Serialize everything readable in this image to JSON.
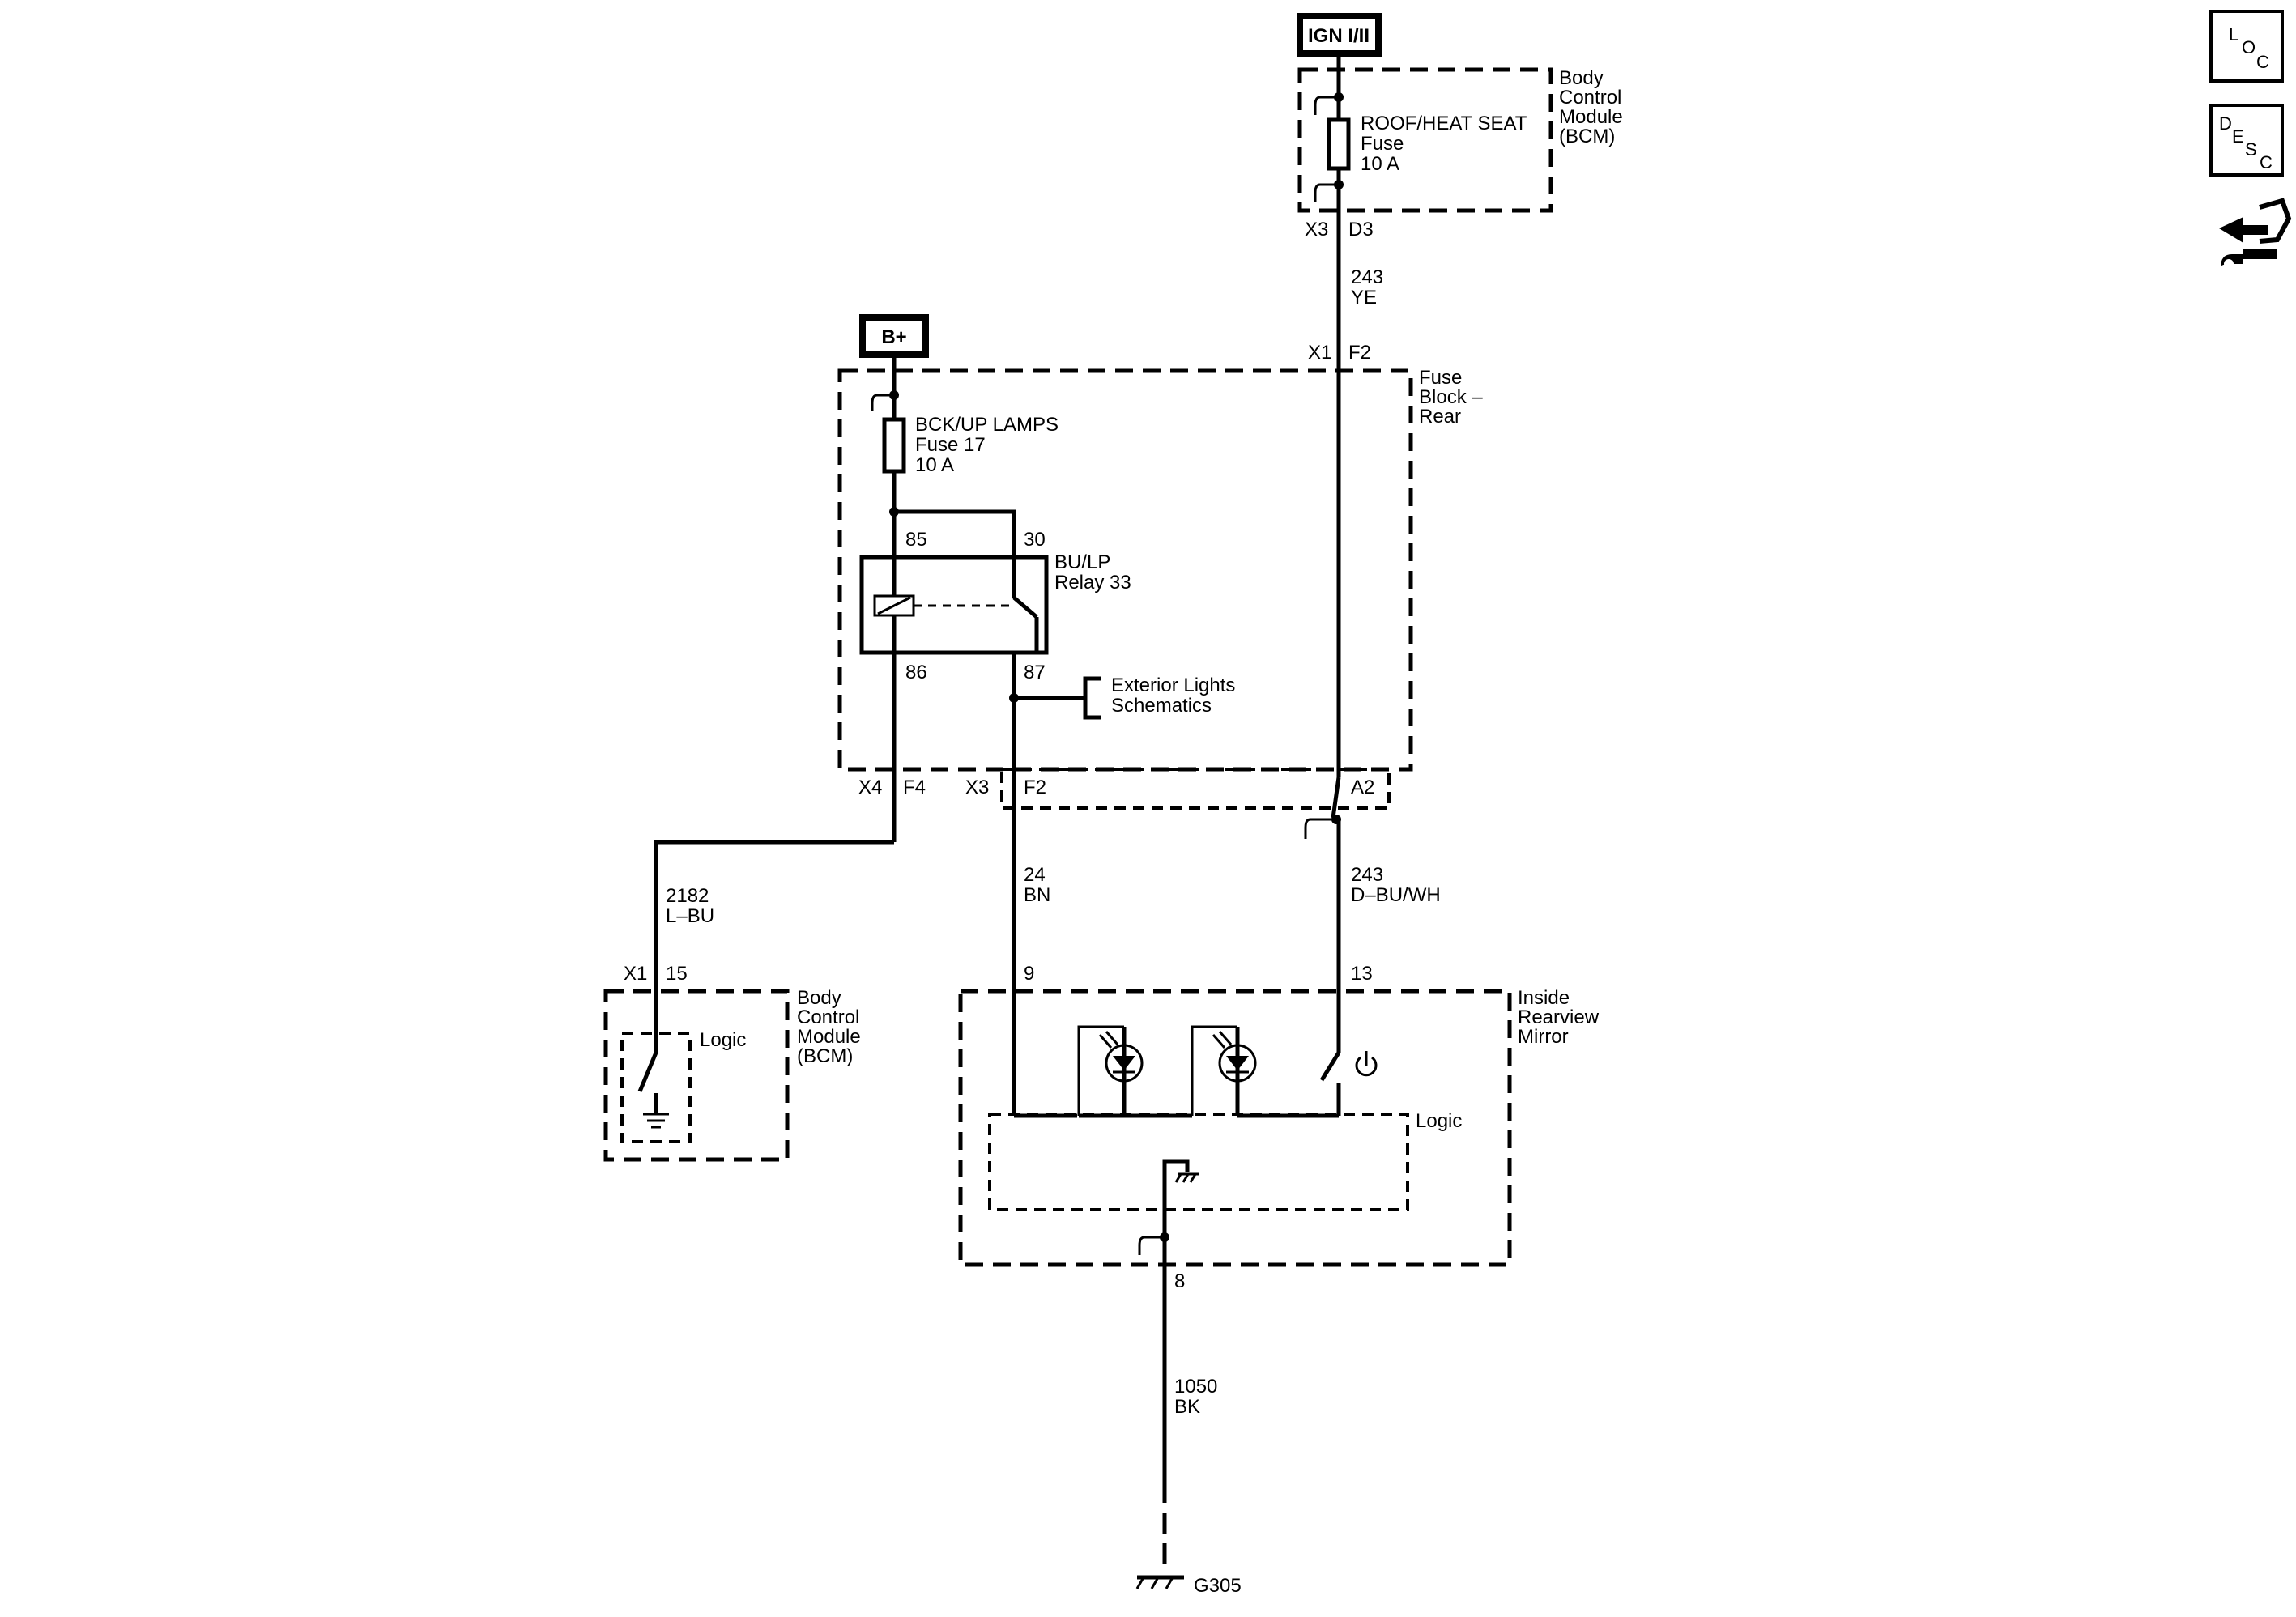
{
  "power": {
    "ign": "IGN I/II",
    "bplus": "B+"
  },
  "bcm_top": {
    "line1": "Body",
    "line2": "Control",
    "line3": "Module",
    "line4": "(BCM)",
    "fuse_name": "ROOF/HEAT SEAT",
    "fuse_word": "Fuse",
    "fuse_rating": "10 A",
    "conn": "X3",
    "pin": "D3"
  },
  "wire_243_ye": {
    "circuit": "243",
    "color": "YE"
  },
  "fuse_block": {
    "line1": "Fuse",
    "line2": "Block –",
    "line3": "Rear",
    "x1": "X1",
    "f2_top": "F2",
    "fuse_name": "BCK/UP LAMPS",
    "fuse_num": "Fuse 17",
    "fuse_rating": "10 A",
    "relay_line1": "BU/LP",
    "relay_line2": "Relay 33",
    "pin85": "85",
    "pin30": "30",
    "pin86": "86",
    "pin87": "87",
    "ext_line1": "Exterior Lights",
    "ext_line2": "Schematics",
    "x4": "X4",
    "f4": "F4",
    "x3": "X3",
    "f2_bottom": "F2",
    "a2": "A2"
  },
  "wire_2182": {
    "circuit": "2182",
    "color": "L–BU"
  },
  "wire_24": {
    "circuit": "24",
    "color": "BN"
  },
  "wire_243_dbu": {
    "circuit": "243",
    "color": "D–BU/WH"
  },
  "bcm_bottom": {
    "line1": "Body",
    "line2": "Control",
    "line3": "Module",
    "line4": "(BCM)",
    "x1": "X1",
    "pin": "15",
    "logic": "Logic"
  },
  "mirror": {
    "line1": "Inside",
    "line2": "Rearview",
    "line3": "Mirror",
    "pin9": "9",
    "pin13": "13",
    "pin8": "8",
    "logic": "Logic"
  },
  "wire_1050": {
    "circuit": "1050",
    "color": "BK"
  },
  "ground": {
    "label": "G305"
  },
  "side_icons": {
    "loc": [
      "L",
      "O",
      "C"
    ],
    "desc": [
      "D",
      "E",
      "S",
      "C"
    ]
  }
}
